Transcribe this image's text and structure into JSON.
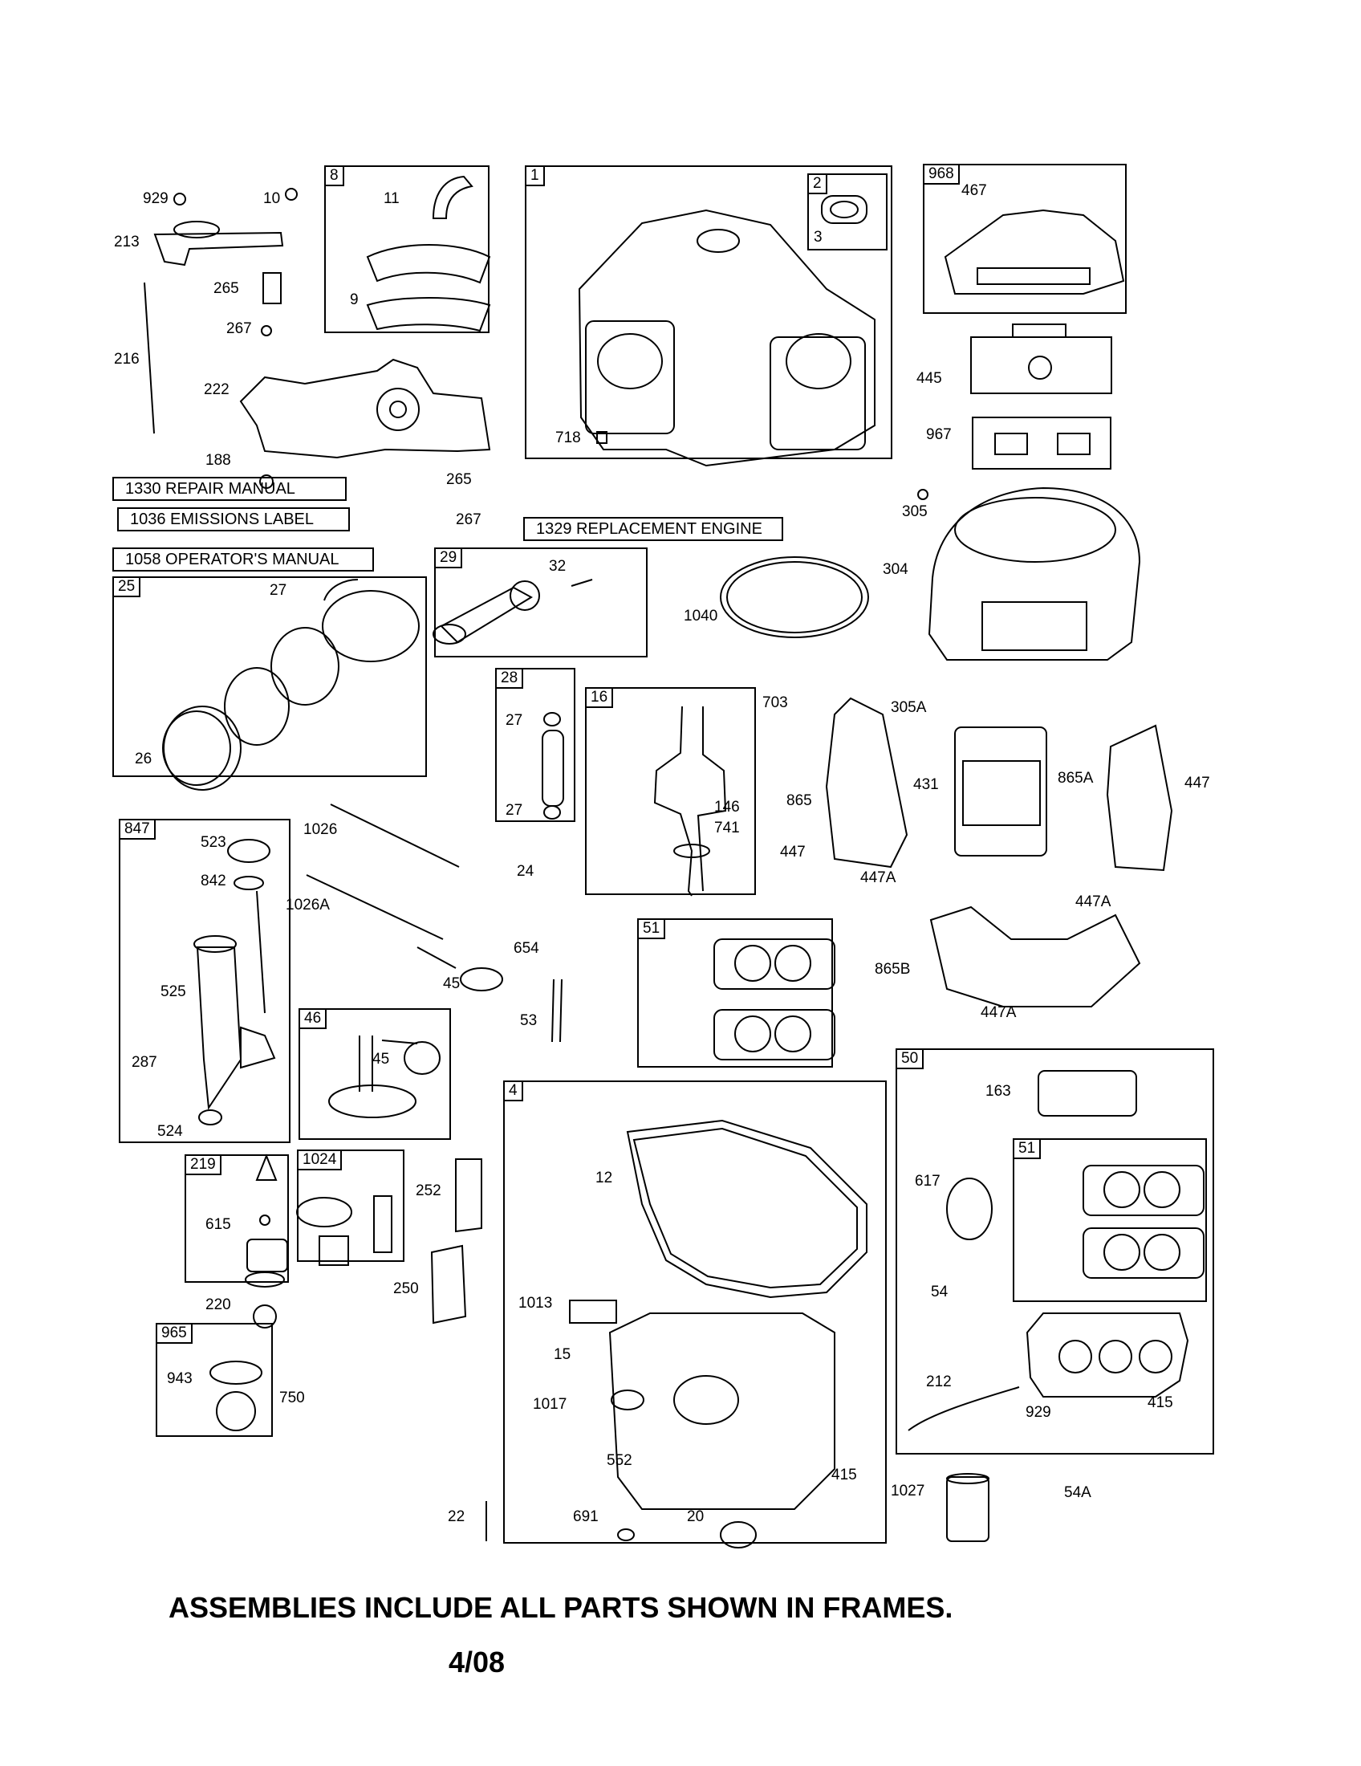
{
  "frames": [
    {
      "id": "8"
    },
    {
      "id": "1"
    },
    {
      "id": "2"
    },
    {
      "id": "968"
    },
    {
      "id": "29"
    },
    {
      "id": "25"
    },
    {
      "id": "28"
    },
    {
      "id": "16"
    },
    {
      "id": "847"
    },
    {
      "id": "51"
    },
    {
      "id": "46"
    },
    {
      "id": "4"
    },
    {
      "id": "50"
    },
    {
      "id": "51b",
      "label": "51"
    },
    {
      "id": "219"
    },
    {
      "id": "1024"
    },
    {
      "id": "965"
    }
  ],
  "part_labels": [
    "929",
    "10",
    "213",
    "265",
    "267",
    "216",
    "222",
    "188",
    "11",
    "9",
    "3",
    "718",
    "467",
    "445",
    "967",
    "305",
    "304",
    "265b",
    "267b",
    "32",
    "1040",
    "27",
    "26",
    "27b",
    "27c",
    "146",
    "741",
    "703",
    "305A",
    "431",
    "865",
    "865A",
    "447",
    "447b",
    "447A",
    "447A2",
    "865B",
    "447A3",
    "523",
    "842",
    "1026",
    "1026A",
    "525",
    "287",
    "524",
    "24",
    "654",
    "45",
    "53",
    "45b",
    "163",
    "617",
    "54",
    "212",
    "929b",
    "415",
    "54A",
    "1027",
    "12",
    "1013",
    "15",
    "1017",
    "552",
    "415b",
    "22",
    "691",
    "20",
    "615",
    "220",
    "252",
    "250",
    "943",
    "750"
  ],
  "parts": {
    "929": "929",
    "10": "10",
    "213": "213",
    "265": "265",
    "267": "267",
    "216": "216",
    "222": "222",
    "188": "188",
    "11": "11",
    "9": "9",
    "3": "3",
    "718": "718",
    "467": "467",
    "445": "445",
    "967": "967",
    "305": "305",
    "304": "304",
    "265b": "265",
    "267b": "267",
    "32": "32",
    "1040": "1040",
    "27": "27",
    "26": "26",
    "27b": "27",
    "27c": "27",
    "146": "146",
    "741": "741",
    "703": "703",
    "305A": "305A",
    "431": "431",
    "865": "865",
    "865A": "865A",
    "447": "447",
    "447b": "447",
    "447A": "447A",
    "447A2": "447A",
    "865B": "865B",
    "447A3": "447A",
    "523": "523",
    "842": "842",
    "1026": "1026",
    "1026A": "1026A",
    "525": "525",
    "287": "287",
    "524": "524",
    "24": "24",
    "654": "654",
    "45": "45",
    "53": "53",
    "45b": "45",
    "163": "163",
    "617": "617",
    "54": "54",
    "212": "212",
    "929b": "929",
    "415": "415",
    "54A": "54A",
    "1027": "1027",
    "12": "12",
    "1013": "1013",
    "15": "15",
    "1017": "1017",
    "552": "552",
    "415b": "415",
    "22": "22",
    "691": "691",
    "20": "20",
    "615": "615",
    "220": "220",
    "252": "252",
    "250": "250",
    "943": "943",
    "750": "750"
  },
  "boxed_labels": {
    "repair_manual": "1330 REPAIR MANUAL",
    "emissions_label": "1036 EMISSIONS LABEL",
    "operators_manual": "1058 OPERATOR'S MANUAL",
    "replacement_engine": "1329 REPLACEMENT ENGINE"
  },
  "footer": {
    "note": "ASSEMBLIES INCLUDE ALL PARTS SHOWN IN FRAMES.",
    "date": "4/08"
  }
}
